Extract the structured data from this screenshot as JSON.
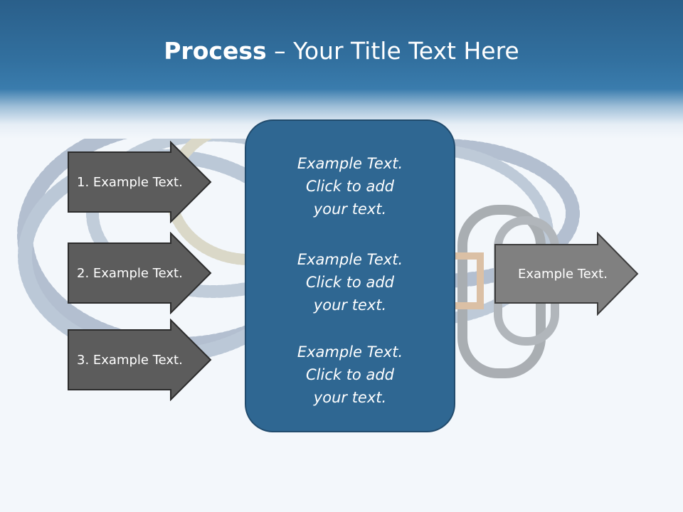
{
  "title": {
    "bold": "Process",
    "rest": " – Your Title Text Here"
  },
  "left_arrows": [
    {
      "label": "1. Example Text."
    },
    {
      "label": "2. Example Text."
    },
    {
      "label": "3. Example Text."
    }
  ],
  "center_box": {
    "blocks": [
      {
        "line1": "Example Text.",
        "line2": "Click  to add",
        "line3": "your text."
      },
      {
        "line1": "Example Text.",
        "line2": "Click  to add",
        "line3": "your text."
      },
      {
        "line1": "Example Text.",
        "line2": "Click  to add",
        "line3": "your text."
      }
    ]
  },
  "right_arrow": {
    "label": "Example Text."
  },
  "colors": {
    "header_blue": "#32709f",
    "box_blue": "#2f6792",
    "left_arrow_fill": "#5c5c5c",
    "right_arrow_fill": "#808080"
  }
}
